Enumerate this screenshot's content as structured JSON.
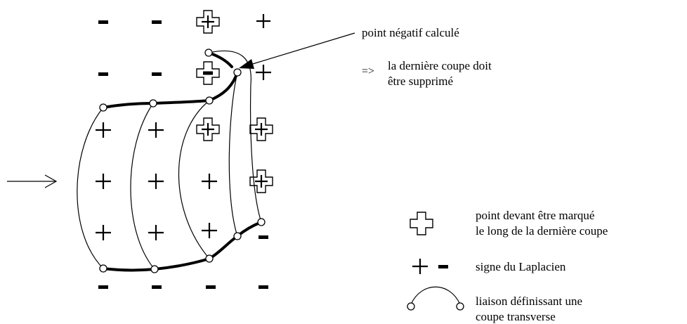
{
  "annotations": {
    "computed_point": "point négatif calculé",
    "implies_symbol": "=>",
    "conclusion_line1": "la dernière coupe doit",
    "conclusion_line2": "être supprimé"
  },
  "legend": {
    "marked_point_line1": "point devant être marqué",
    "marked_point_line2": "le long de la dernière coupe",
    "laplacian_sign": "signe du Laplacien",
    "link_line1": "liaison définissant une",
    "link_line2": "coupe transverse"
  },
  "icons": {
    "marked_point": "outlined-cross-icon",
    "plus": "plus-sign-icon",
    "minus": "minus-sign-icon",
    "link": "arc-link-icon",
    "input_arrow": "arrow-right-icon"
  },
  "colors": {
    "ink": "#000000",
    "background": "#ffffff"
  }
}
